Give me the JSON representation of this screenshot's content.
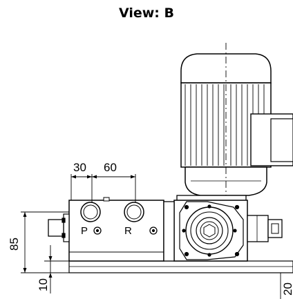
{
  "title": "View: B",
  "dimensions": {
    "d30": "30",
    "d60": "60",
    "d85": "85",
    "d10": "10",
    "d20": "20"
  },
  "ports": {
    "p": "P",
    "r": "R"
  }
}
